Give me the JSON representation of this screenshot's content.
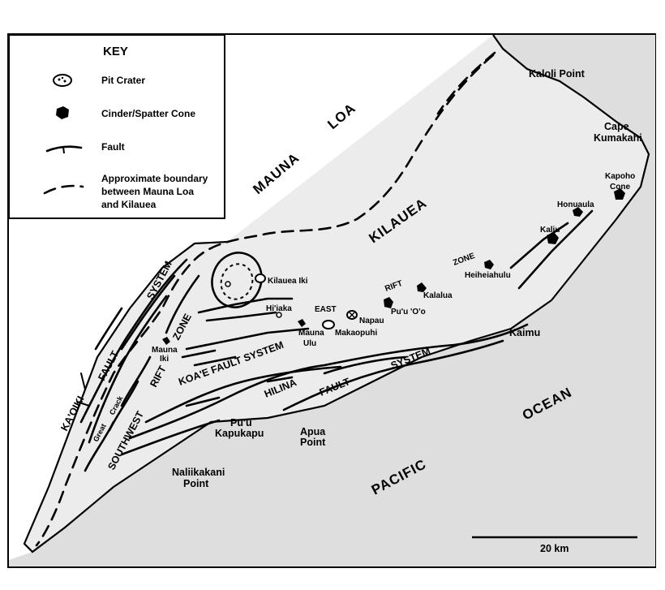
{
  "key": {
    "title": "KEY",
    "items": [
      {
        "icon": "pit-crater-icon",
        "label": "Pit Crater"
      },
      {
        "icon": "cinder-cone-icon",
        "label": "Cinder/Spatter Cone"
      },
      {
        "icon": "fault-icon",
        "label": "Fault"
      },
      {
        "icon": "boundary-dash-icon",
        "label_lines": [
          "Approximate boundary",
          "between Mauna Loa",
          "and Kilauea"
        ]
      }
    ]
  },
  "regions": {
    "mauna_loa": [
      "MAUNA",
      "LOA"
    ],
    "kilauea": "KILAUEA",
    "pacific": "PACIFIC",
    "ocean": "OCEAN"
  },
  "zones": {
    "southwest_rift": [
      "SOUTHWEST",
      "RIFT",
      "ZONE"
    ],
    "kaoiki_fault": [
      "KA'OIKI",
      "FAULT",
      "SYSTEM"
    ],
    "koae": "KOA'E FAULT SYSTEM",
    "hilina": [
      "HILINA",
      "FAULT",
      "SYSTEM"
    ],
    "east_rift": [
      "EAST",
      "RIFT",
      "ZONE"
    ],
    "great_crack": [
      "Great",
      "Crack"
    ]
  },
  "places": {
    "kaloli_point": "Kaloli Point",
    "cape_kumakahi": [
      "Cape",
      "Kumakahi"
    ],
    "kapoho_cone": [
      "Kapoho",
      "Cone"
    ],
    "honuaula": "Honuaula",
    "kaliu": "Kaliu",
    "heiheiahulu": "Heiheiahulu",
    "kalalua": "Kalalua",
    "puu_oo": "Pu'u 'O'o",
    "napau": "Napau",
    "makaopuhi": "Makaopuhi",
    "mauna_ulu": [
      "Mauna",
      "Ulu"
    ],
    "hiiaka": "Hi'iaka",
    "kilauea_iki": "Kilauea Iki",
    "mauna_iki": [
      "Mauna",
      "Iki"
    ],
    "kaimu": "Kaimu",
    "puu_kapukapu": [
      "Pu'u",
      "Kapukapu"
    ],
    "apua_point": [
      "Apua",
      "Point"
    ],
    "naliikakani_point": [
      "Naliikakani",
      "Point"
    ]
  },
  "scale_bar": {
    "label": "20 km"
  }
}
